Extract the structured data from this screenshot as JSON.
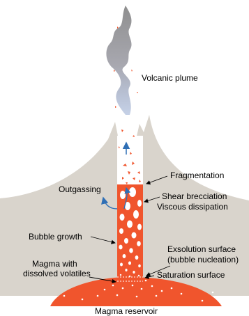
{
  "labels": {
    "plume": "Volcanic plume",
    "fragmentation": "Fragmentation",
    "outgassing": "Outgassing",
    "shear": "Shear brecciation",
    "viscous": "Viscous dissipation",
    "bubble_growth": "Bubble growth",
    "exsolution": "Exsolution surface",
    "nucleation": "(bubble nucleation)",
    "magma_line1": "Magma with",
    "magma_line2": "dissolved volatiles",
    "saturation": "Saturation surface",
    "reservoir": "Magma reservoir"
  },
  "colors": {
    "mountain": "#d9d4cc",
    "magma": "#f0552d",
    "plume_top": "#9e9e9e",
    "plume_bottom": "#9fb2d6",
    "arrow": "#2f6fb5",
    "bubble": "#ffffff"
  }
}
